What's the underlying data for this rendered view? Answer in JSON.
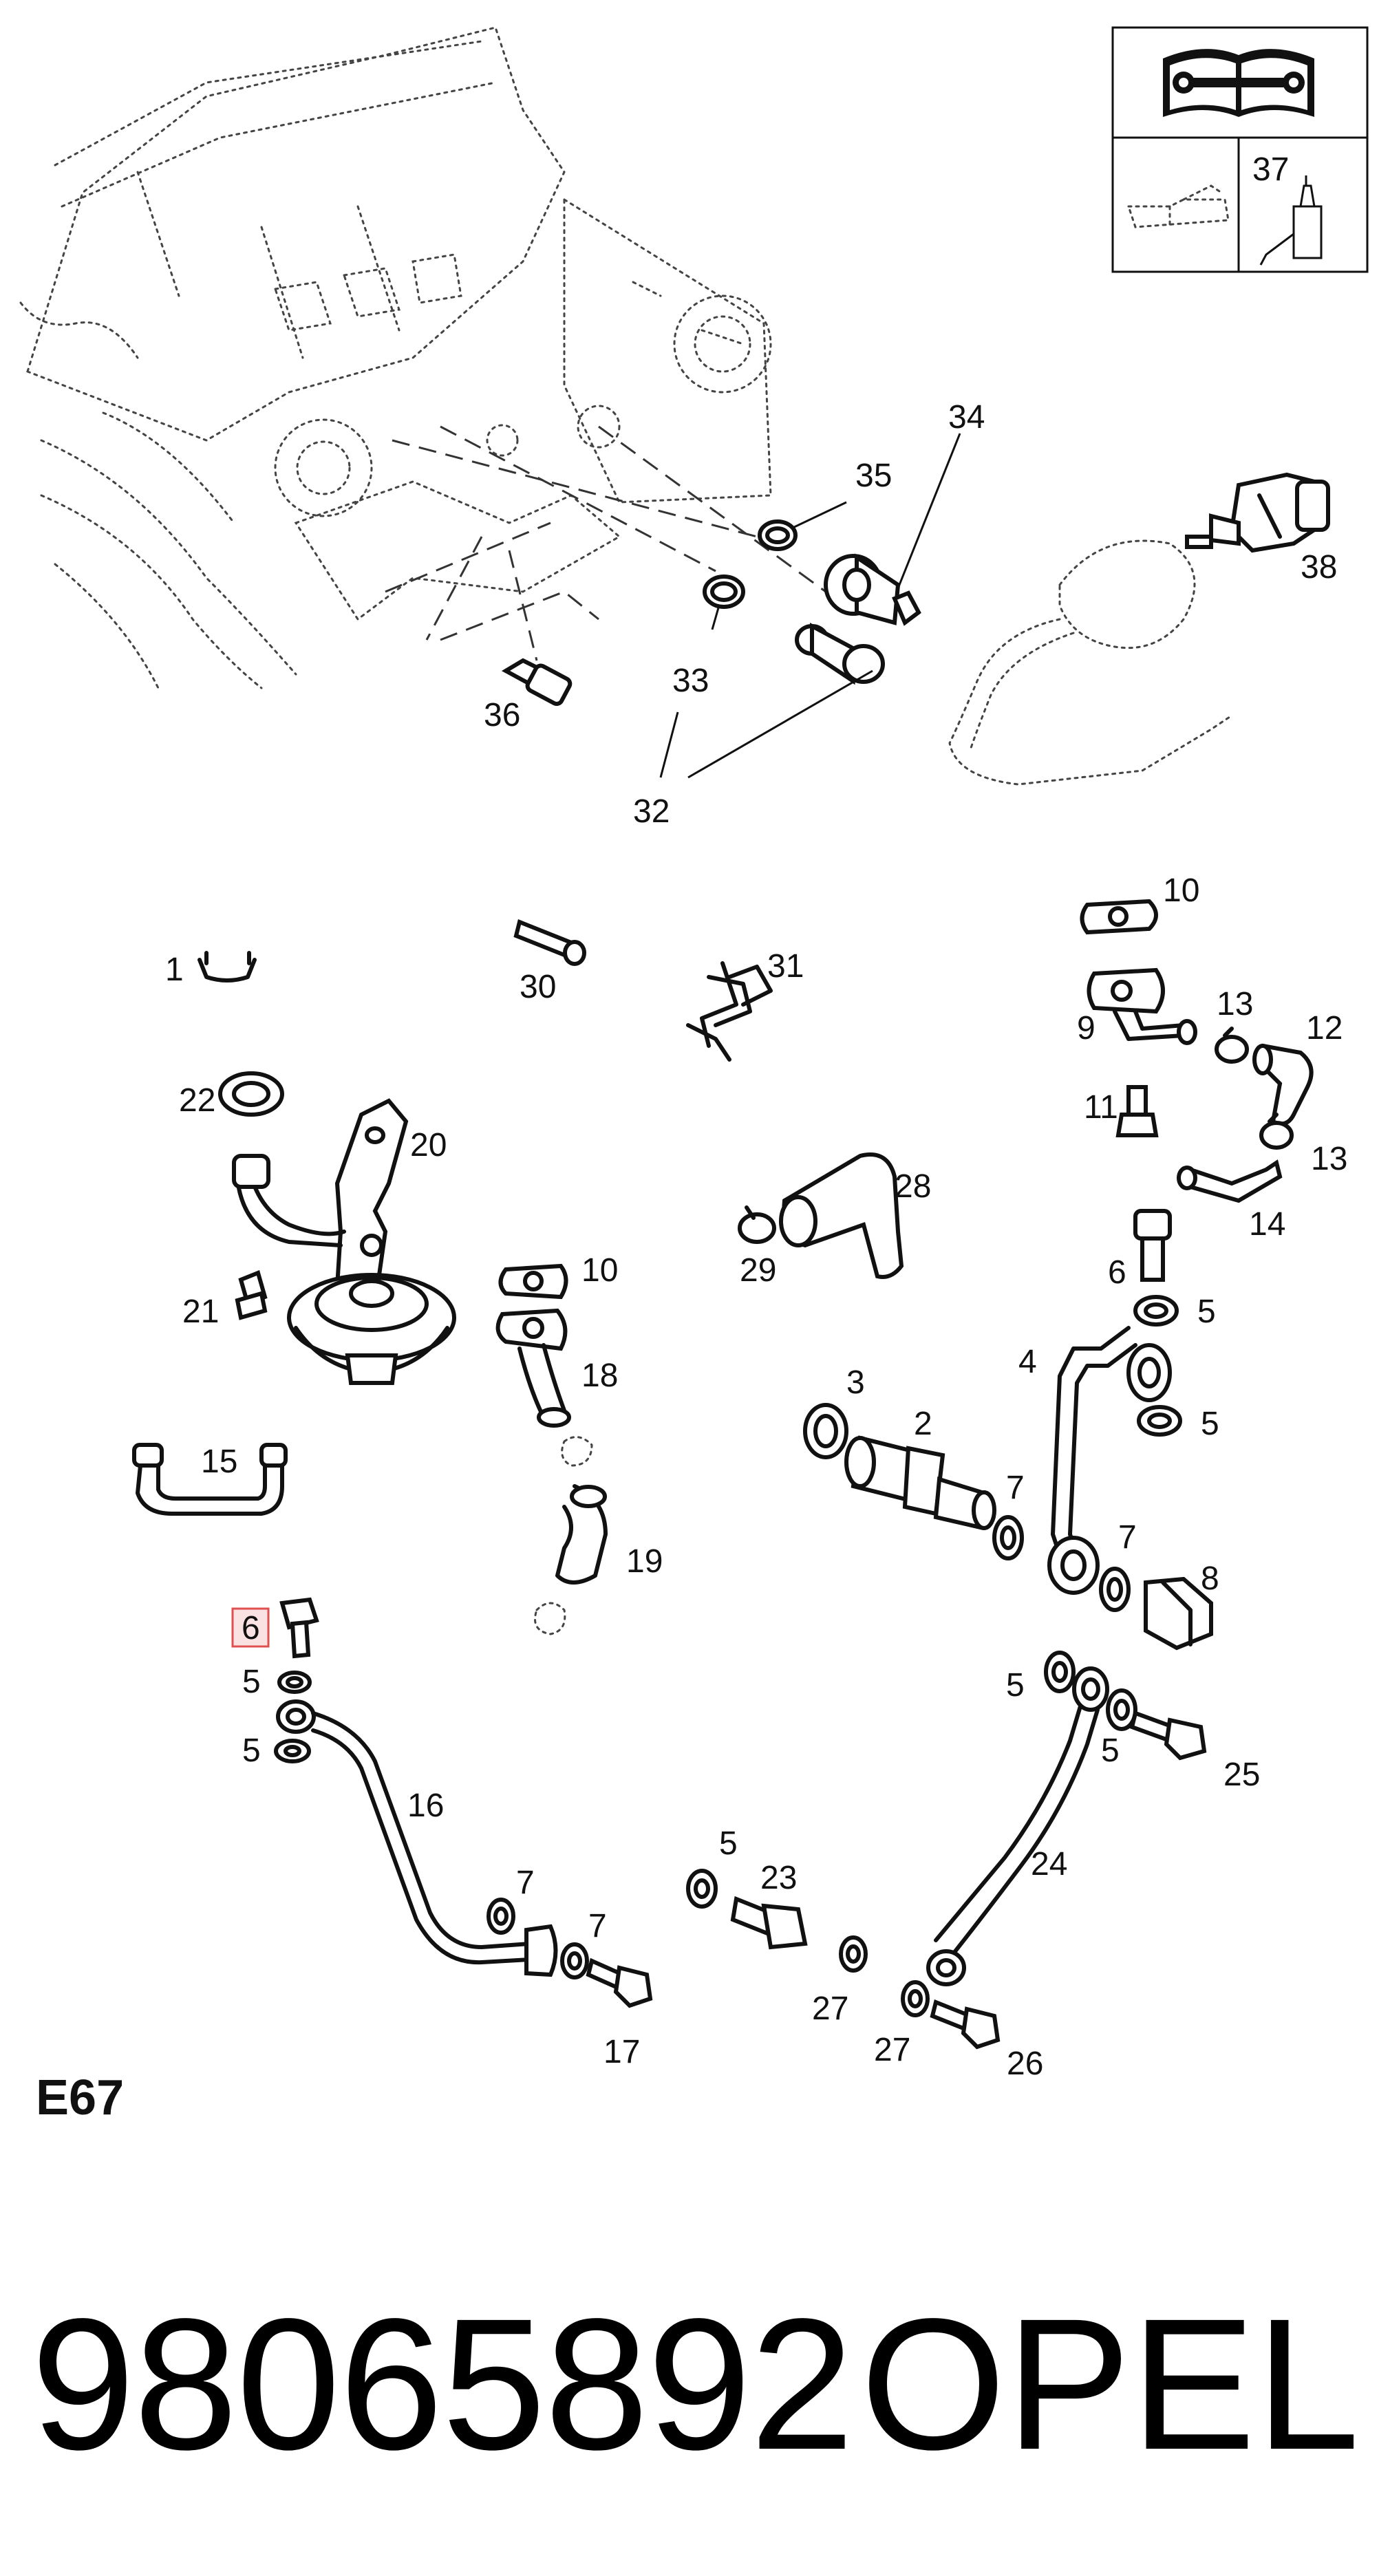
{
  "callouts": {
    "c1": "1",
    "c2": "2",
    "c3": "3",
    "c4": "4",
    "c5a": "5",
    "c5b": "5",
    "c5c": "5",
    "c5d": "5",
    "c5e": "5",
    "c5f": "5",
    "c5g": "5",
    "c6a": "6",
    "c6b": "6",
    "c7a": "7",
    "c7b": "7",
    "c7c": "7",
    "c7d": "7",
    "c8": "8",
    "c9": "9",
    "c10a": "10",
    "c10b": "10",
    "c11": "11",
    "c12": "12",
    "c13a": "13",
    "c13b": "13",
    "c14": "14",
    "c15": "15",
    "c16": "16",
    "c17": "17",
    "c18": "18",
    "c19": "19",
    "c20": "20",
    "c21": "21",
    "c22": "22",
    "c23": "23",
    "c24": "24",
    "c25": "25",
    "c26": "26",
    "c27a": "27",
    "c27b": "27",
    "c28": "28",
    "c29": "29",
    "c30": "30",
    "c31": "31",
    "c32": "32",
    "c33": "33",
    "c34": "34",
    "c35": "35",
    "c36": "36",
    "c37": "37",
    "c38": "38"
  },
  "highlighted_callout": "6",
  "highlight_color": "#e05050",
  "section_code": "E67",
  "part_number": "98065892",
  "brand": "OPEL",
  "legend_icons": [
    "manual-wrench-icon",
    "oil-can-icon",
    "sealant-bottle-icon"
  ]
}
